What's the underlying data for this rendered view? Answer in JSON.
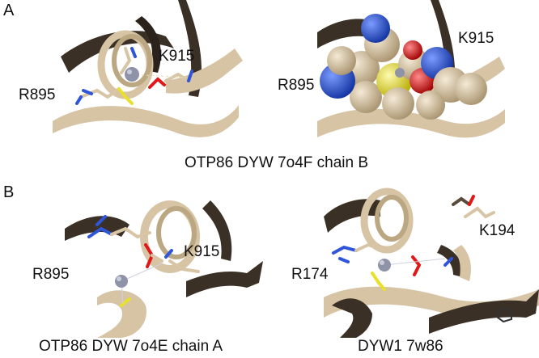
{
  "panel_a": {
    "letter": "A",
    "caption": "OTP86 DYW 7o4F chain B",
    "left_view": {
      "label_r": "R895",
      "label_k": "K915"
    },
    "right_view": {
      "label_r": "R895",
      "label_k": "K915"
    }
  },
  "panel_b": {
    "letter": "B",
    "left_view": {
      "label_r": "R895",
      "label_k": "K915",
      "caption": "OTP86 DYW 7o4E chain A"
    },
    "right_view": {
      "label_r": "R174",
      "label_k": "K194",
      "caption": "DYW1 7w86"
    }
  },
  "colors": {
    "ribbon": "#d6c4a4",
    "ribbon_dark": "#3a3026",
    "carbon": "#d8c5a6",
    "nitrogen": "#2f55d8",
    "oxygen": "#e01818",
    "sulfur": "#e8e02a",
    "zinc": "#8f93a8"
  }
}
